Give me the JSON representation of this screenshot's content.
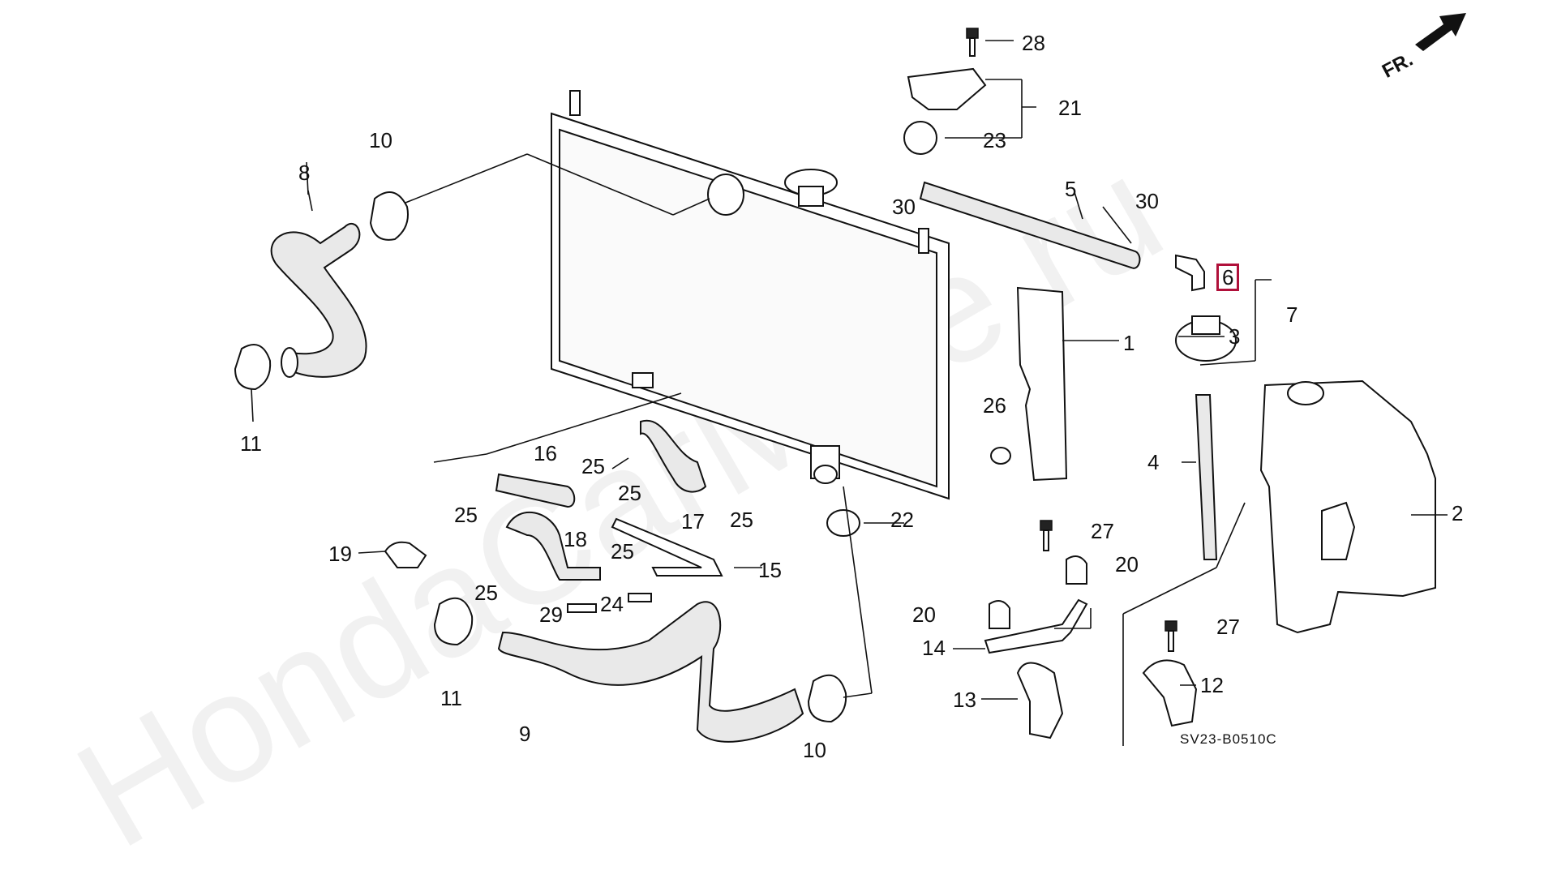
{
  "diagram": {
    "watermark": "HondaCarMine.ru",
    "direction_label": "FR.",
    "diagram_code": "SV23-B0510C",
    "highlighted_part": "6",
    "callouts": [
      {
        "id": "c1",
        "label": "1"
      },
      {
        "id": "c2",
        "label": "2"
      },
      {
        "id": "c3",
        "label": "3"
      },
      {
        "id": "c4",
        "label": "4"
      },
      {
        "id": "c5",
        "label": "5"
      },
      {
        "id": "c6",
        "label": "6"
      },
      {
        "id": "c7",
        "label": "7"
      },
      {
        "id": "c8",
        "label": "8"
      },
      {
        "id": "c9",
        "label": "9"
      },
      {
        "id": "c10a",
        "label": "10"
      },
      {
        "id": "c10b",
        "label": "10"
      },
      {
        "id": "c11a",
        "label": "11"
      },
      {
        "id": "c11b",
        "label": "11"
      },
      {
        "id": "c12",
        "label": "12"
      },
      {
        "id": "c13",
        "label": "13"
      },
      {
        "id": "c14",
        "label": "14"
      },
      {
        "id": "c15",
        "label": "15"
      },
      {
        "id": "c16",
        "label": "16"
      },
      {
        "id": "c17",
        "label": "17"
      },
      {
        "id": "c18",
        "label": "18"
      },
      {
        "id": "c19",
        "label": "19"
      },
      {
        "id": "c20a",
        "label": "20"
      },
      {
        "id": "c20b",
        "label": "20"
      },
      {
        "id": "c21",
        "label": "21"
      },
      {
        "id": "c22",
        "label": "22"
      },
      {
        "id": "c23",
        "label": "23"
      },
      {
        "id": "c24",
        "label": "24"
      },
      {
        "id": "c25a",
        "label": "25"
      },
      {
        "id": "c25b",
        "label": "25"
      },
      {
        "id": "c25c",
        "label": "25"
      },
      {
        "id": "c25d",
        "label": "25"
      },
      {
        "id": "c25e",
        "label": "25"
      },
      {
        "id": "c25f",
        "label": "25"
      },
      {
        "id": "c26",
        "label": "26"
      },
      {
        "id": "c27a",
        "label": "27"
      },
      {
        "id": "c27b",
        "label": "27"
      },
      {
        "id": "c28",
        "label": "28"
      },
      {
        "id": "c29",
        "label": "29"
      },
      {
        "id": "c30a",
        "label": "30"
      },
      {
        "id": "c30b",
        "label": "30"
      }
    ]
  }
}
